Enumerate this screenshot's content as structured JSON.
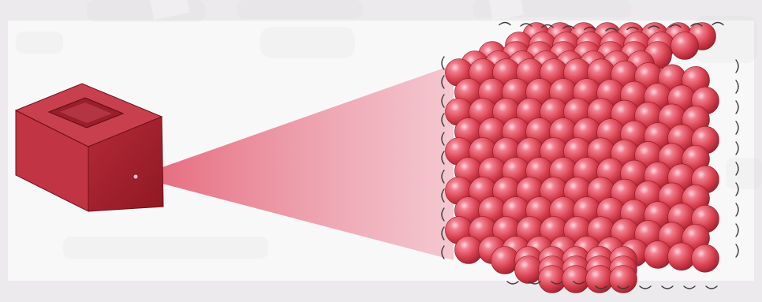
{
  "figure": {
    "colors": {
      "page_background": "#eceaec",
      "panel_background": "#f9f8f9",
      "box_front": "#a92330",
      "box_side": "#bf3141",
      "box_top": "#c73e4b",
      "box_inner": "#8a1a26",
      "beam": "#e6768a",
      "particle_fill": "#d94758",
      "particle_highlight": "#ffd6dc",
      "particle_shadow": "#9a1d2c",
      "vibration_marks": "#333333"
    },
    "elements": {
      "source_box": "laser-source-box",
      "beam": "laser-beam-cone",
      "target": "particle-cube",
      "particles": "sphere-particle",
      "vibration": "vibration-arc-marks"
    }
  }
}
